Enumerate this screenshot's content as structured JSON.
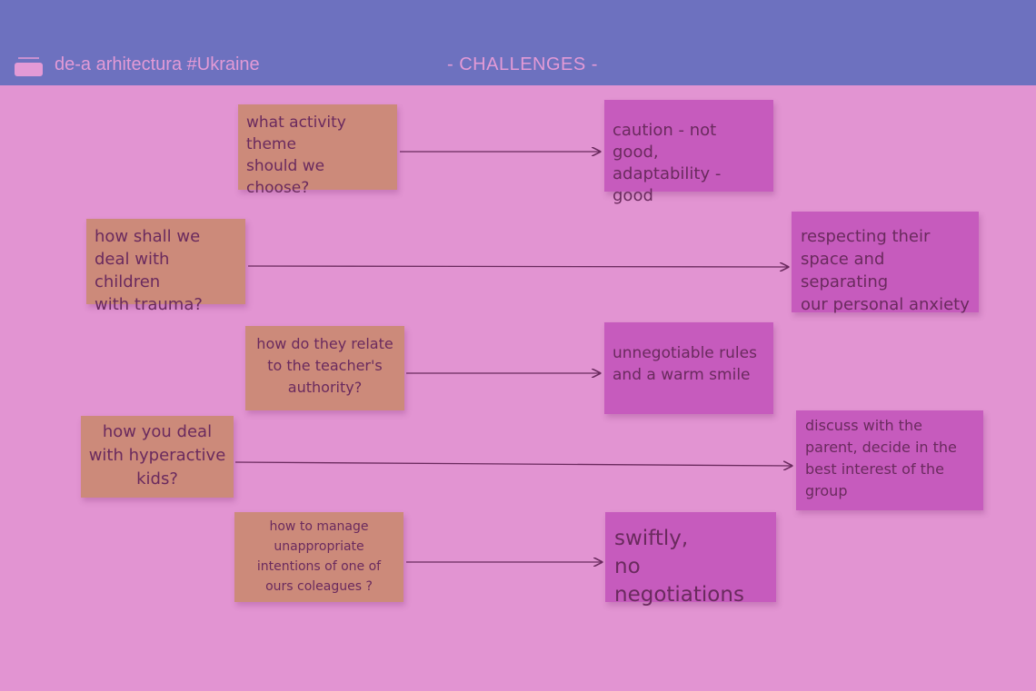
{
  "header": {
    "brand": "de-a arhitectura #Ukraine",
    "section": "- CHALLENGES -",
    "logo_icon": "hammock-box-icon"
  },
  "colors": {
    "header": "#6d71bf",
    "background": "#e294d2",
    "question_note": "#cc8a7a",
    "answer_note": "#c65bbd"
  },
  "pairs": [
    {
      "question": "what activity\ntheme\nshould we choose?",
      "answer": "caution - not good,\nadaptability - good"
    },
    {
      "question": "how  shall we\ndeal with children\nwith trauma?",
      "answer": "respecting their\nspace and separating\nour personal anxiety"
    },
    {
      "question": "how do they relate\nto the teacher's\nauthority?",
      "answer": "unnegotiable rules\nand a warm smile"
    },
    {
      "question": "how you deal\nwith hyperactive\nkids?",
      "answer": "discuss with the\nparent, decide in the\nbest interest of  the\ngroup"
    },
    {
      "question": "how to manage\nunappropriate\nintentions of one of\nours coleagues ?",
      "answer": "swiftly,\nno negotiations"
    }
  ]
}
